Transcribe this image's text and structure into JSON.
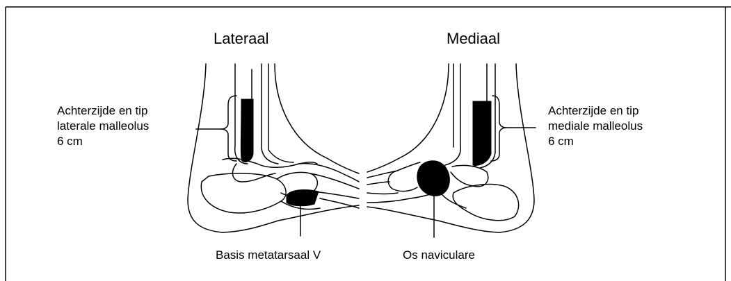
{
  "titles": {
    "lateral": "Lateraal",
    "medial": "Mediaal"
  },
  "labels": {
    "lateral_malleolus": "Achterzijde en tip\nlaterale malleolus\n6 cm",
    "medial_malleolus": "Achterzijde en tip\nmediale malleolus\n6 cm",
    "metatarsal": "Basis metatarsaal V",
    "navicular": "Os naviculare"
  },
  "colors": {
    "line": "#000000",
    "fill_region": "#000000",
    "background": "#ffffff"
  }
}
